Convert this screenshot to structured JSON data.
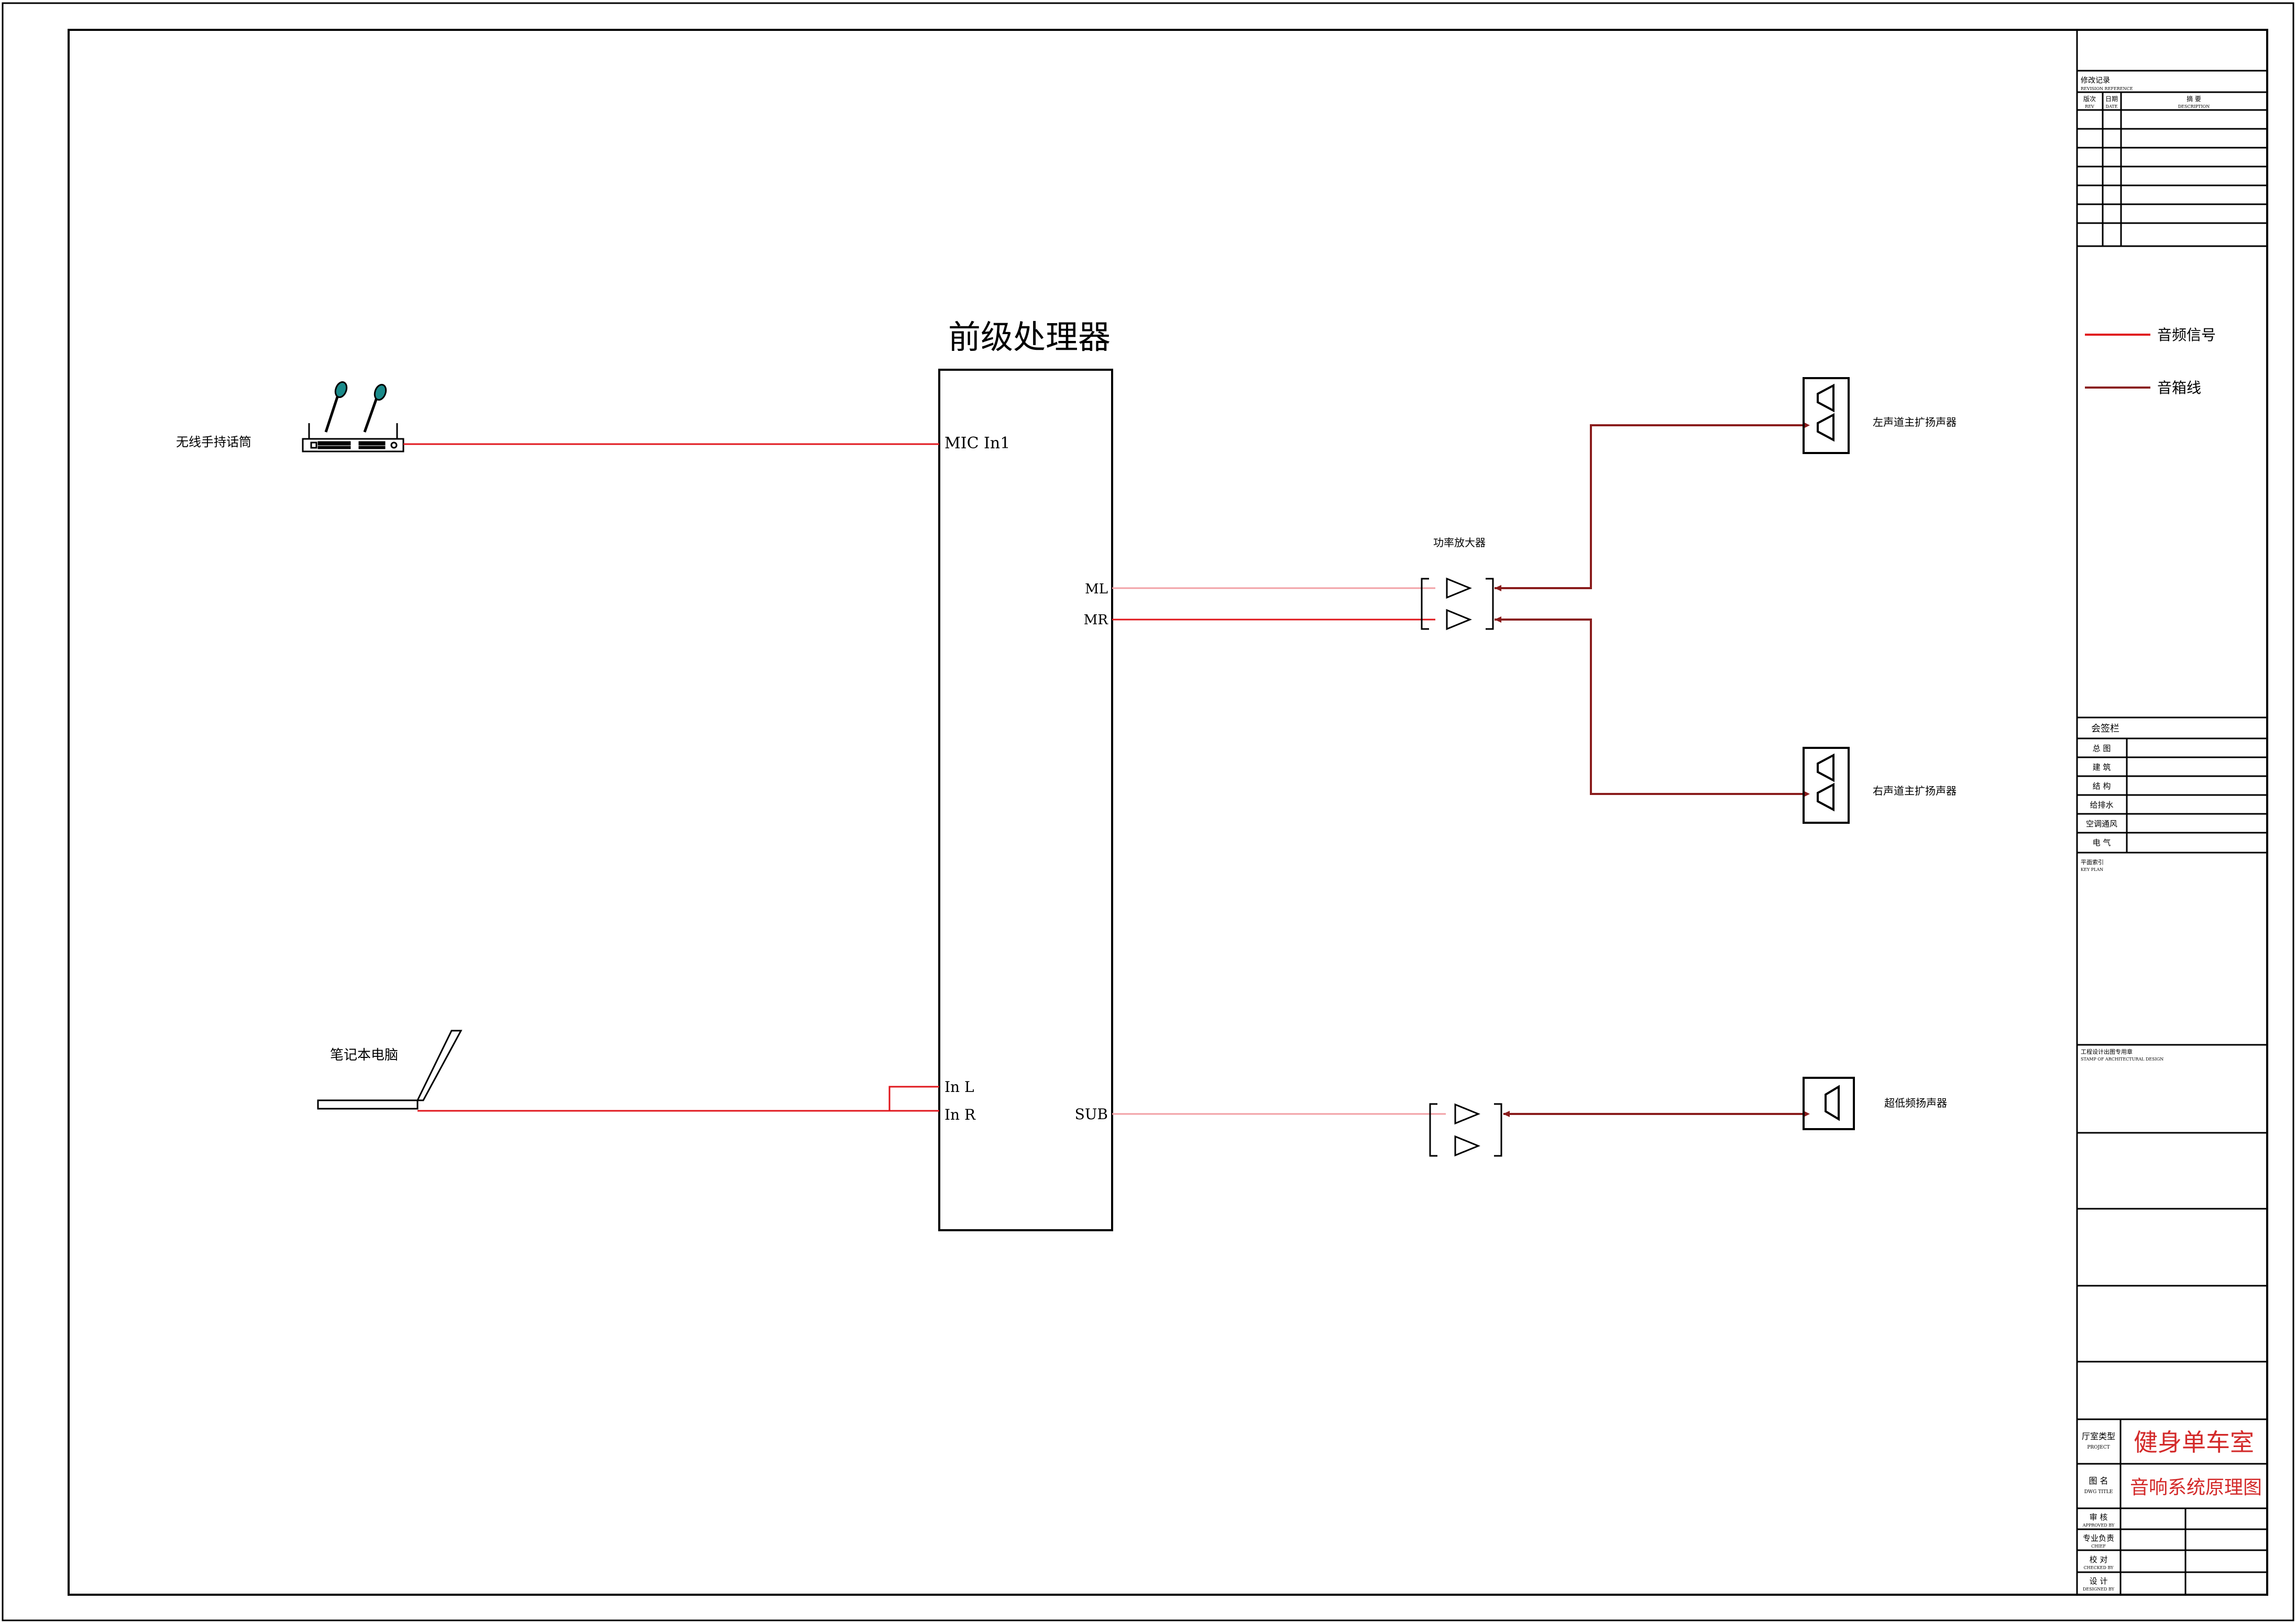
{
  "diagram": {
    "processor": {
      "title": "前级处理器",
      "port_mic": "MIC In1",
      "port_ml": "ML",
      "port_mr": "MR",
      "port_inl": "In L",
      "port_inr": "In R",
      "port_sub": "SUB"
    },
    "wireless_mic_label": "无线手持话筒",
    "laptop_label": "笔记本电脑",
    "amplifier_label": "功率放大器",
    "speaker_left_label": "左声道主扩扬声器",
    "speaker_right_label": "右声道主扩扬声器",
    "subwoofer_label": "超低频扬声器"
  },
  "colors": {
    "audio_signal": "#e0151b",
    "speaker_cable": "#8a1c1c",
    "weak_signal": "#f2a0a5",
    "title_red": "#d32a2a"
  },
  "legend": {
    "audio_signal": "音频信号",
    "speaker_cable": "音箱线"
  },
  "title_block": {
    "revision_header": "修改记录",
    "revision_header_en": "REVISION REFERENCE",
    "rev_col_no": "版次",
    "rev_col_no_en": "REV",
    "rev_col_date": "日期",
    "rev_col_date_en": "DATE",
    "rev_col_desc": "摘 要",
    "rev_col_desc_en": "DESCRIPTION",
    "countersign_header": "会签栏",
    "countersign_rows": [
      "总 图",
      "建 筑",
      "结 构",
      "给排水",
      "空调通风",
      "电 气"
    ],
    "key_plan": "平面索引",
    "key_plan_en": "KEY PLAN",
    "stamp": "工程设计出图专用章",
    "stamp_en": "STAMP OF ARCHITECTURAL DESIGN",
    "project_label": "厅室类型",
    "project_label_en": "PROJECT",
    "project_name": "健身单车室",
    "dwg_label": "图 名",
    "dwg_label_en": "DWG TITLE",
    "dwg_name": "音响系统原理图",
    "signoff": [
      {
        "cn": "审 核",
        "en": "APPROVED BY"
      },
      {
        "cn": "专业负责",
        "en": "CHIEF"
      },
      {
        "cn": "校 对",
        "en": "CHECKED BY"
      },
      {
        "cn": "设 计",
        "en": "DESIGNED BY"
      }
    ]
  }
}
